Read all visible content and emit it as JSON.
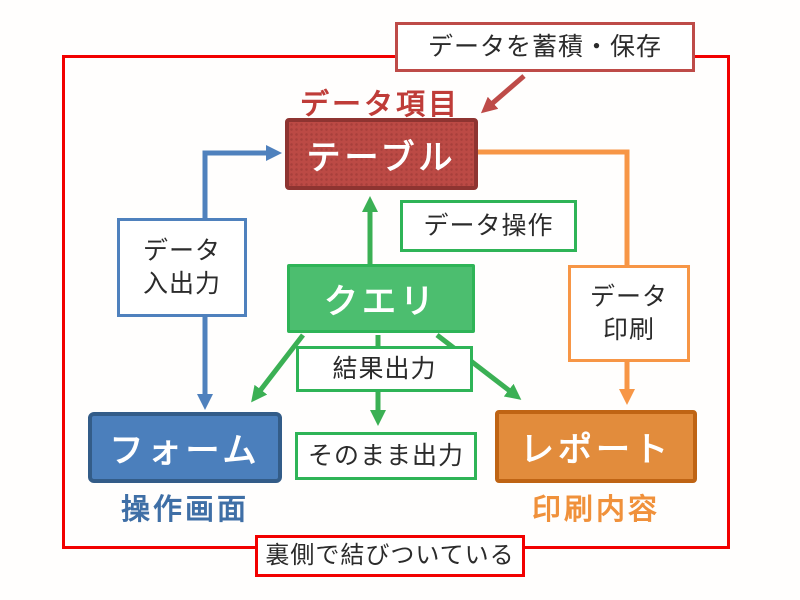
{
  "notes": {
    "top": "データを蓄積・保存",
    "bottom": "裏側で結びついている"
  },
  "nodes": {
    "table": {
      "label": "テーブル",
      "caption": "データ項目"
    },
    "query": {
      "label": "クエリ"
    },
    "form": {
      "label": "フォーム",
      "caption": "操作画面"
    },
    "report": {
      "label": "レポート",
      "caption": "印刷内容"
    }
  },
  "edge_labels": {
    "data_io": {
      "line1": "データ",
      "line2": "入出力"
    },
    "data_operation": "データ操作",
    "data_print": {
      "line1": "データ",
      "line2": "印刷"
    },
    "result_output": "結果出力",
    "direct_output": "そのまま出力"
  },
  "colors": {
    "frame_red": "#f20000",
    "brick": "#be4b48",
    "brick_fill": "#bc4a45",
    "brick_border": "#8e3431",
    "blue": "#4f81bd",
    "blue_fill": "#4b7fbc",
    "blue_border": "#335c88",
    "green": "#3bb054",
    "green_fill": "#4cbe6f",
    "orange": "#f79646",
    "orange_fill": "#e28c3c",
    "orange_border": "#bf6414"
  }
}
